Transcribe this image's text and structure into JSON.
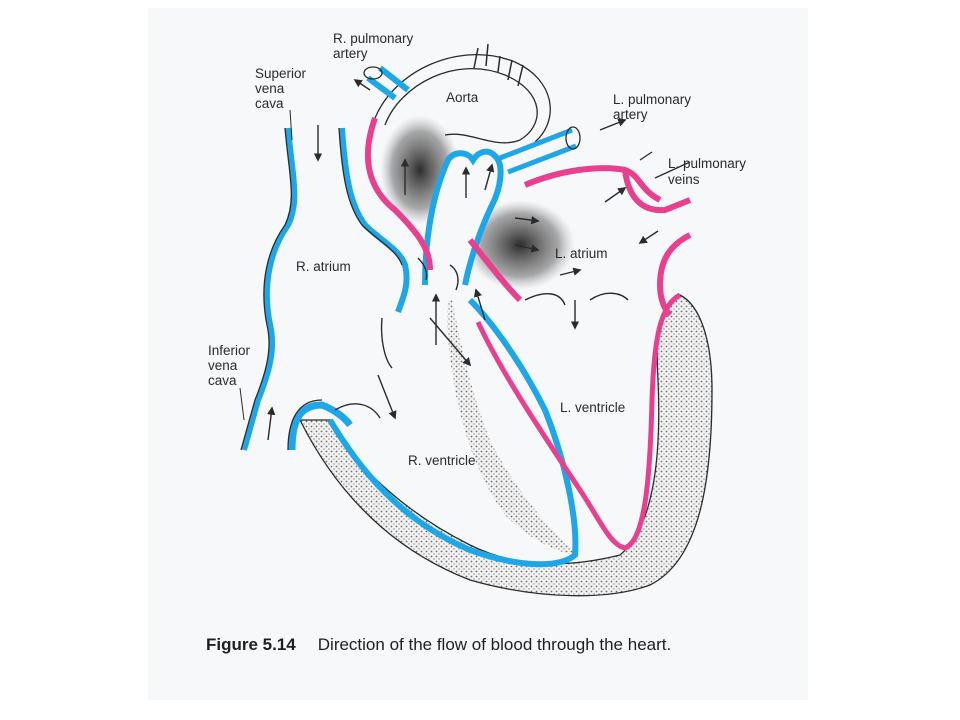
{
  "labels": {
    "r_pulmonary_artery": [
      "R. pulmonary",
      "artery"
    ],
    "superior_vena_cava": [
      "Superior",
      "vena",
      "cava"
    ],
    "aorta": "Aorta",
    "l_pulmonary_artery": [
      "L. pulmonary",
      "artery"
    ],
    "l_pulmonary_veins": [
      "L. pulmonary",
      "veins"
    ],
    "r_atrium": "R. atrium",
    "l_atrium": "L. atrium",
    "inferior_vena_cava": [
      "Inferior",
      "vena",
      "cava"
    ],
    "l_ventricle": "L. ventricle",
    "r_ventricle": "R. ventricle"
  },
  "caption": {
    "number": "Figure 5.14",
    "text": "Direction of the flow of blood through the heart."
  },
  "colors": {
    "deoxygenated": "#1ea7e8",
    "oxygenated": "#e8408f",
    "outline": "#2b2b2b",
    "stipple": "#bdbdbd",
    "background": "#f7f8fa"
  }
}
